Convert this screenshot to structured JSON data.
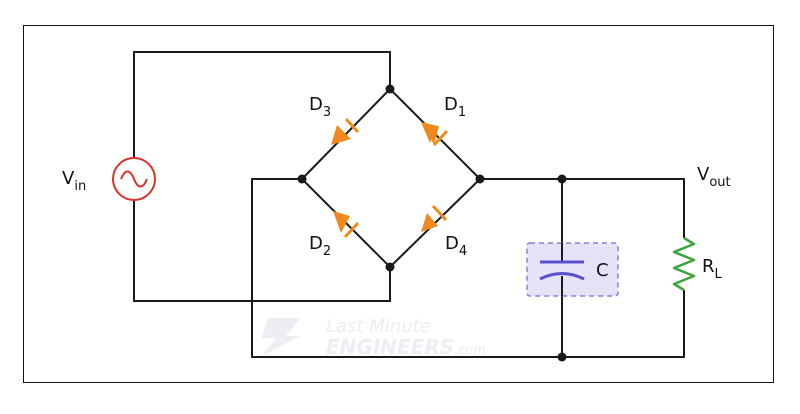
{
  "labels": {
    "vin": {
      "main": "V",
      "sub": "in"
    },
    "vout": {
      "main": "V",
      "sub": "out"
    },
    "d1": {
      "main": "D",
      "sub": "1"
    },
    "d2": {
      "main": "D",
      "sub": "2"
    },
    "d3": {
      "main": "D",
      "sub": "3"
    },
    "d4": {
      "main": "D",
      "sub": "4"
    },
    "cap": "C",
    "rl": {
      "main": "R",
      "sub": "L"
    }
  },
  "watermark": {
    "line1": "Last Minute",
    "line2": "ENGINEERS",
    "suffix": ".com"
  },
  "colors": {
    "wire": "#1a1a1a",
    "diode": "#f08a1c",
    "source": "#d9342b",
    "capacitor": "#5a4fcf",
    "capacitor_box": "#e6e2f7",
    "resistor": "#3aa63a",
    "watermark": "#e8e8ee"
  },
  "icons": {
    "source": "ac-source-icon",
    "diode": "diode-icon",
    "capacitor": "capacitor-icon",
    "resistor": "resistor-icon"
  }
}
